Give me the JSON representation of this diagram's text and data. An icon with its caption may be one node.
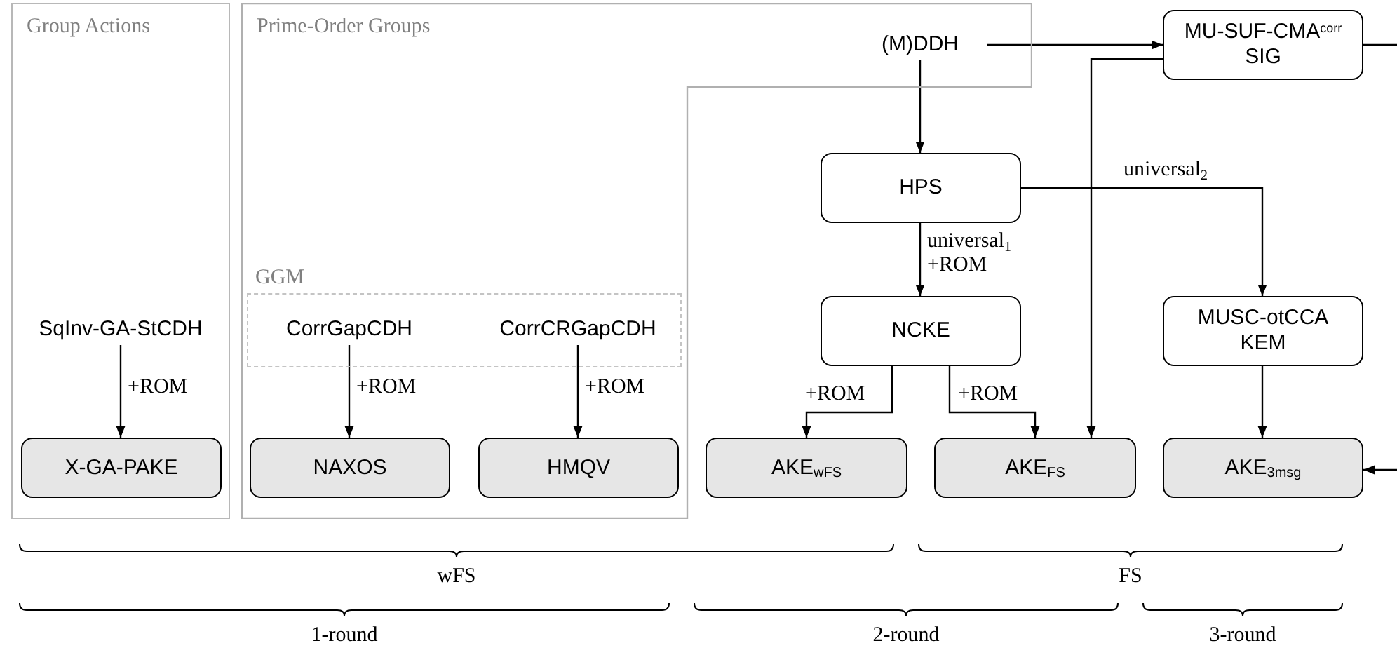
{
  "diagram": {
    "nodes": [
      {
        "text": [
          "Group Actions"
        ]
      },
      {
        "text": [
          "SqInv-GA-StCDH"
        ],
        "in": 0
      },
      {
        "text": [
          "X-GA-PAKE"
        ],
        "in": 0
      },
      {
        "text": [
          "Prime-Order Groups"
        ]
      },
      {
        "text": [
          "GGM"
        ],
        "in": 3
      },
      {
        "text": [
          "CorrGapCDH"
        ],
        "in": 4
      },
      {
        "text": [
          "CorrCRGapCDH"
        ],
        "in": 4
      },
      {
        "text": [
          "NAXOS"
        ],
        "in": 3
      },
      {
        "text": [
          "HMQV"
        ],
        "in": 3
      },
      {
        "text": [
          "(M)DDH"
        ],
        "in": 3
      },
      {
        "text": [
          "MU-SUF-CMA$^{corr}$",
          "SIG"
        ]
      },
      {
        "text": [
          "HPS"
        ]
      },
      {
        "text": [
          "NCKE"
        ]
      },
      {
        "text": [
          "MUSC-otCCA",
          "KEM"
        ]
      },
      {
        "text": [
          "AKE$_{wFS}$"
        ]
      },
      {
        "text": [
          "AKE$_{FS}$"
        ]
      },
      {
        "text": [
          "AKE$_{3msg}$"
        ]
      }
    ],
    "edges": [
      {
        "from": 9,
        "to": 10,
        "arrow": "to"
      },
      {
        "from": 9,
        "to": 11,
        "arrow": "to"
      },
      {
        "from": 11,
        "to": 12,
        "arrow": "to",
        "label": "universal$_{1}$ +ROM"
      },
      {
        "from": 11,
        "to": 13,
        "arrow": "to",
        "label": "universal$_{2}$"
      },
      {
        "from": 12,
        "to": 14,
        "arrow": "to",
        "label": "+ROM"
      },
      {
        "from": 12,
        "to": 15,
        "arrow": "to",
        "label": "+ROM"
      },
      {
        "from": 10,
        "to": 15,
        "arrow": "to"
      },
      {
        "from": 13,
        "to": 16,
        "arrow": "to"
      },
      {
        "from": 1,
        "to": 2,
        "arrow": "to",
        "label": "+ROM"
      },
      {
        "from": 5,
        "to": 7,
        "arrow": "to",
        "label": "+ROM"
      },
      {
        "from": 6,
        "to": 8,
        "arrow": "to",
        "label": "+ROM"
      },
      {
        "from": 10,
        "to": null,
        "arrow": "none"
      },
      {
        "from": null,
        "to": 16,
        "arrow": "to"
      }
    ],
    "labels": [
      "wFS",
      "FS",
      "1-round",
      "2-round",
      "3-round"
    ]
  }
}
